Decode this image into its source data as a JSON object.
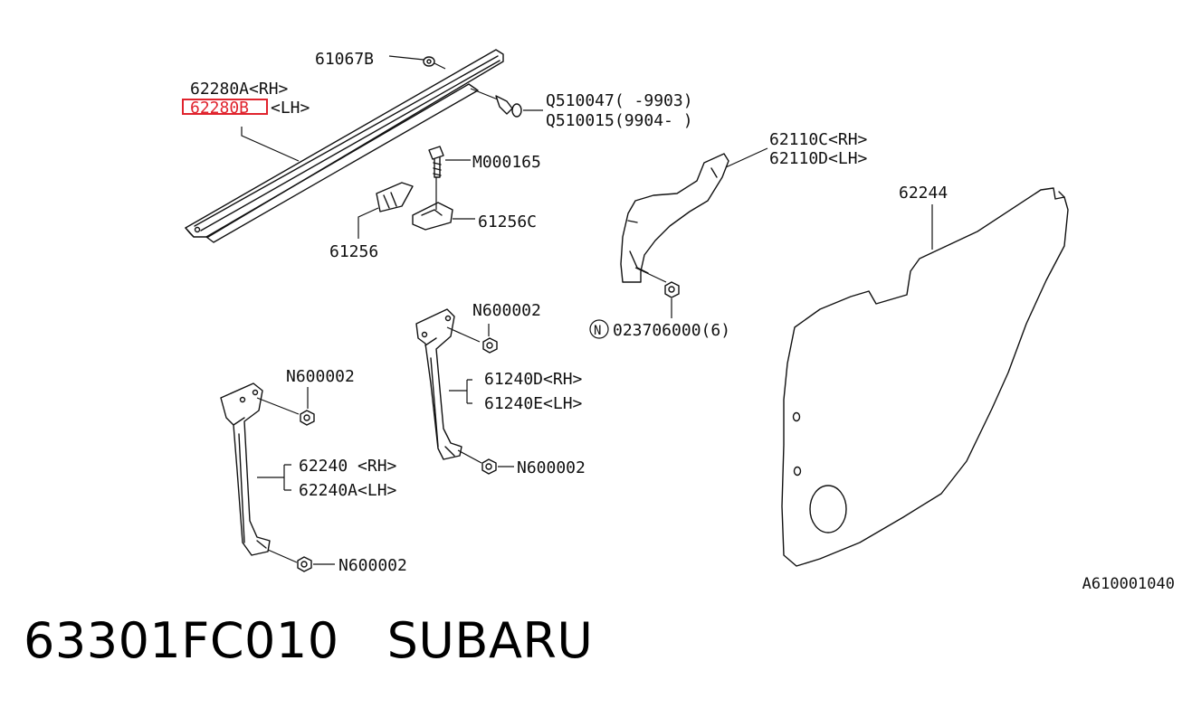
{
  "labels": {
    "p61067b": "61067B",
    "p62280a": "62280A<RH>",
    "p62280b": "62280B",
    "p62280b_side": "<LH>",
    "q510047": "Q510047(  -9903)",
    "q510015": "Q510015(9904-  )",
    "m000165": "M000165",
    "p61256c": "61256C",
    "p61256": "61256",
    "p62110c": "62110C<RH>",
    "p62110d": "62110D<LH>",
    "p62244": "62244",
    "n_circle": "N",
    "p023706000": "023706000(6)",
    "n600002_a": "N600002",
    "p61240d": "61240D<RH>",
    "p61240e": "61240E<LH>",
    "n600002_b": "N600002",
    "n600002_c": "N600002",
    "p62240": "62240 <RH>",
    "p62240a": "62240A<LH>",
    "n600002_d": "N600002"
  },
  "highlight": {
    "part": "62280B",
    "color": "#e0232d"
  },
  "diagram_code": "A610001040",
  "caption": "63301FC010   SUBARU"
}
